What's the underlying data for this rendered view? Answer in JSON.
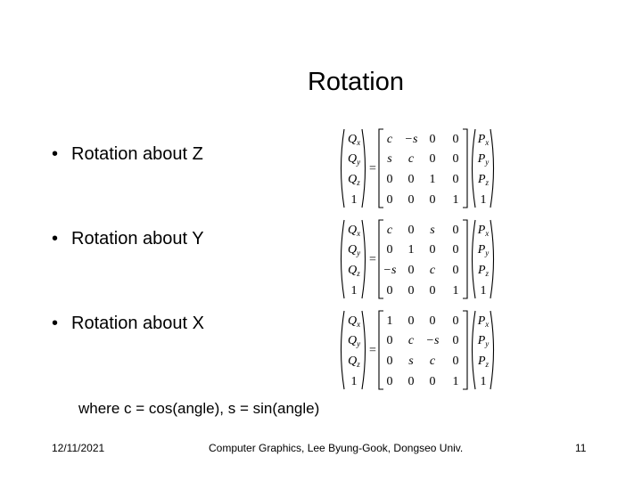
{
  "slide": {
    "title": "Rotation",
    "bullets": [
      {
        "label": "Rotation about Z"
      },
      {
        "label": "Rotation about Y"
      },
      {
        "label": "Rotation about X"
      }
    ],
    "bullet_symbol": "•",
    "note": "where c = cos(angle), s = sin(angle)"
  },
  "matrices": [
    {
      "lhs": [
        "Qx",
        "Qy",
        "Qz",
        "1"
      ],
      "rows": [
        [
          "c",
          "−s",
          "0",
          "0"
        ],
        [
          "s",
          "c",
          "0",
          "0"
        ],
        [
          "0",
          "0",
          "1",
          "0"
        ],
        [
          "0",
          "0",
          "0",
          "1"
        ]
      ],
      "rhs": [
        "Px",
        "Py",
        "Pz",
        "1"
      ]
    },
    {
      "lhs": [
        "Qx",
        "Qy",
        "Qz",
        "1"
      ],
      "rows": [
        [
          "c",
          "0",
          "s",
          "0"
        ],
        [
          "0",
          "1",
          "0",
          "0"
        ],
        [
          "−s",
          "0",
          "c",
          "0"
        ],
        [
          "0",
          "0",
          "0",
          "1"
        ]
      ],
      "rhs": [
        "Px",
        "Py",
        "Pz",
        "1"
      ]
    },
    {
      "lhs": [
        "Qx",
        "Qy",
        "Qz",
        "1"
      ],
      "rows": [
        [
          "1",
          "0",
          "0",
          "0"
        ],
        [
          "0",
          "c",
          "−s",
          "0"
        ],
        [
          "0",
          "s",
          "c",
          "0"
        ],
        [
          "0",
          "0",
          "0",
          "1"
        ]
      ],
      "rhs": [
        "Px",
        "Py",
        "Pz",
        "1"
      ]
    }
  ],
  "footer": {
    "date": "12/11/2021",
    "center": "Computer Graphics, Lee Byung-Gook, Dongseo Univ.",
    "page": "11"
  }
}
